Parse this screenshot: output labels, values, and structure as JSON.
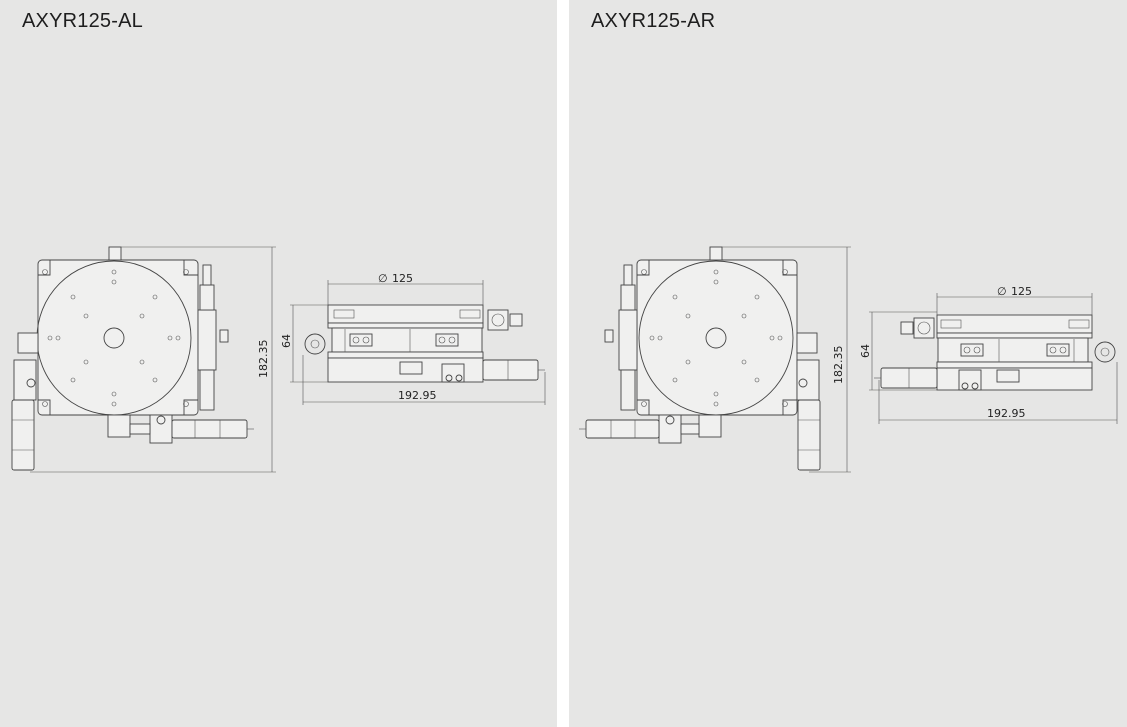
{
  "panels": [
    {
      "title": "AXYR125-AL",
      "dimensions": {
        "diameter": "125",
        "height": "64",
        "width": "192.95",
        "depth": "182.35"
      }
    },
    {
      "title": "AXYR125-AR",
      "dimensions": {
        "diameter": "125",
        "height": "64",
        "width": "192.95",
        "depth": "182.35"
      }
    }
  ],
  "symbols": {
    "diameter": "∅"
  },
  "colors": {
    "panel_bg": "#e6e6e5",
    "divider": "#ffffff",
    "line": "#444444"
  }
}
